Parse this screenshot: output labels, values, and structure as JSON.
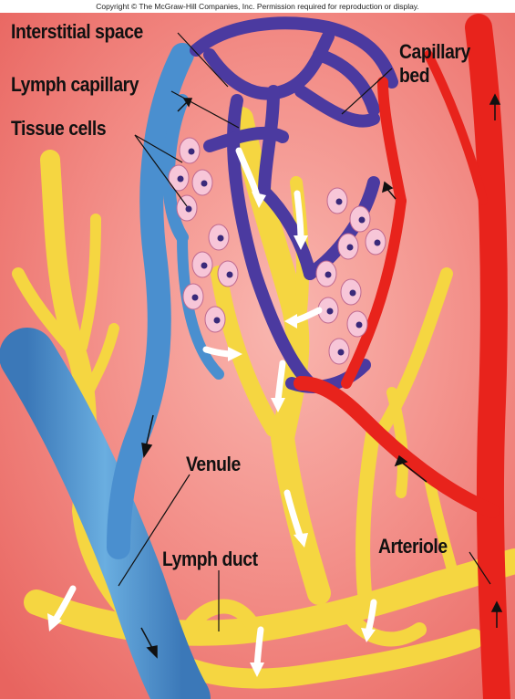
{
  "copyright": "Copyright © The McGraw-Hill Companies, Inc. Permission required for reproduction or display.",
  "labels": {
    "interstitial_space": "Interstitial space",
    "lymph_capillary": "Lymph capillary",
    "tissue_cells": "Tissue cells",
    "capillary_bed_line1": "Capillary",
    "capillary_bed_line2": "bed",
    "venule": "Venule",
    "lymph_duct": "Lymph duct",
    "arteriole": "Arteriole"
  },
  "colors": {
    "background": "#f07a78",
    "background_light": "#f8b4ae",
    "artery": "#e8231c",
    "vein": "#4a8fcf",
    "capillary_bed": "#4b3aa0",
    "lymph": "#f5d641",
    "cell": "#f7c6d8",
    "nucleus": "#3a2a7a"
  }
}
